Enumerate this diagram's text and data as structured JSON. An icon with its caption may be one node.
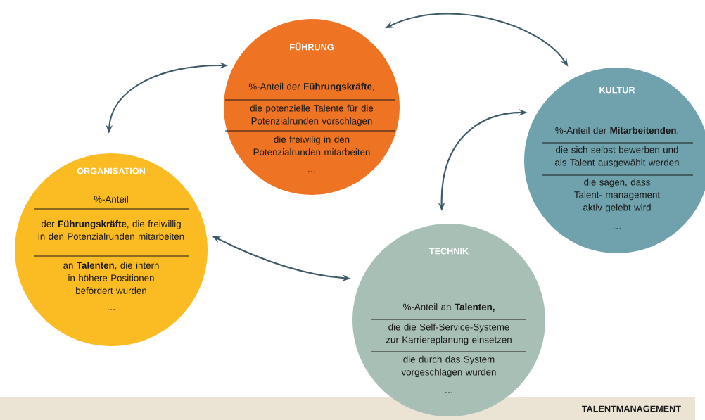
{
  "diagram": {
    "nodes": [
      {
        "text": [
          "FÜHRUNG",
          "%-Anteil der **Führungskräfte**,",
          "die potenzielle Talente für die Potenzialrunden vorschlagen",
          "die freiwilig in den Potenzialrunden mitarbeiten",
          "…"
        ]
      },
      {
        "text": [
          "KULTUR",
          "%-Anteil der **Mitarbeitenden**,",
          "die sich selbst bewerben und als Talent ausgewählt werden",
          "die sagen, dass Talent- management aktiv gelebt wird",
          "…"
        ]
      },
      {
        "text": [
          "ORGANISATION",
          "%-Anteil",
          "der **Führungskräfte**, die freiwillig in den Potenzialrunden mitarbeiten",
          "an **Talenten**, die intern in höhere Positionen befördert wurden",
          "…"
        ]
      },
      {
        "text": [
          "TECHNIK",
          "%-Anteil an **Talenten,**",
          "die die Self-Service-Systeme zur Karriereplanung einsetzen",
          "die durch das System vorgeschlagen wurden",
          "…"
        ]
      },
      {
        "text": [
          "TALENTMANAGEMENT"
        ]
      }
    ],
    "edges": [
      {
        "from": 0,
        "to": 2,
        "arrow": "both"
      },
      {
        "from": 0,
        "to": 1,
        "arrow": "both"
      },
      {
        "from": 2,
        "to": 3,
        "arrow": "both"
      },
      {
        "from": 3,
        "to": 1,
        "arrow": "both"
      }
    ]
  }
}
